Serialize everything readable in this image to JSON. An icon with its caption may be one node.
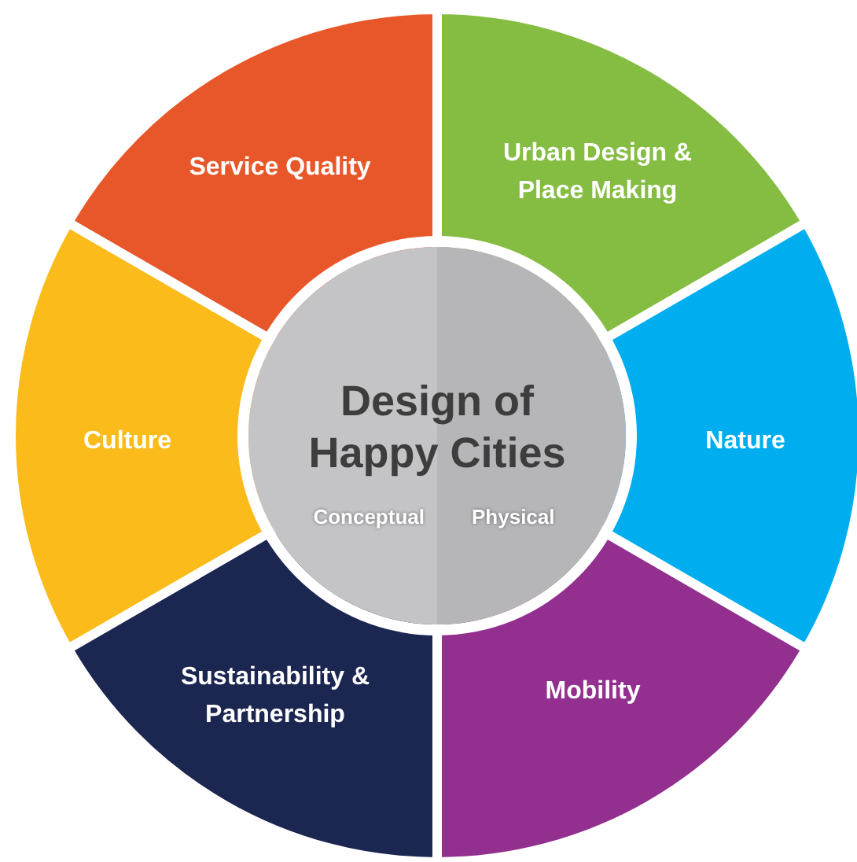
{
  "diagram": {
    "nodes": [
      {
        "text": [
          "Service Quality"
        ]
      },
      {
        "text": [
          "Urban Design & Place Making"
        ]
      },
      {
        "text": [
          "Culture"
        ]
      },
      {
        "text": [
          "Design of Happy Cities"
        ]
      },
      {
        "text": [
          "Nature"
        ]
      },
      {
        "text": [
          "Sustainability & Partnership"
        ]
      },
      {
        "text": [
          "Mobility"
        ]
      }
    ],
    "labels": [
      "Conceptual",
      "Physical"
    ]
  }
}
